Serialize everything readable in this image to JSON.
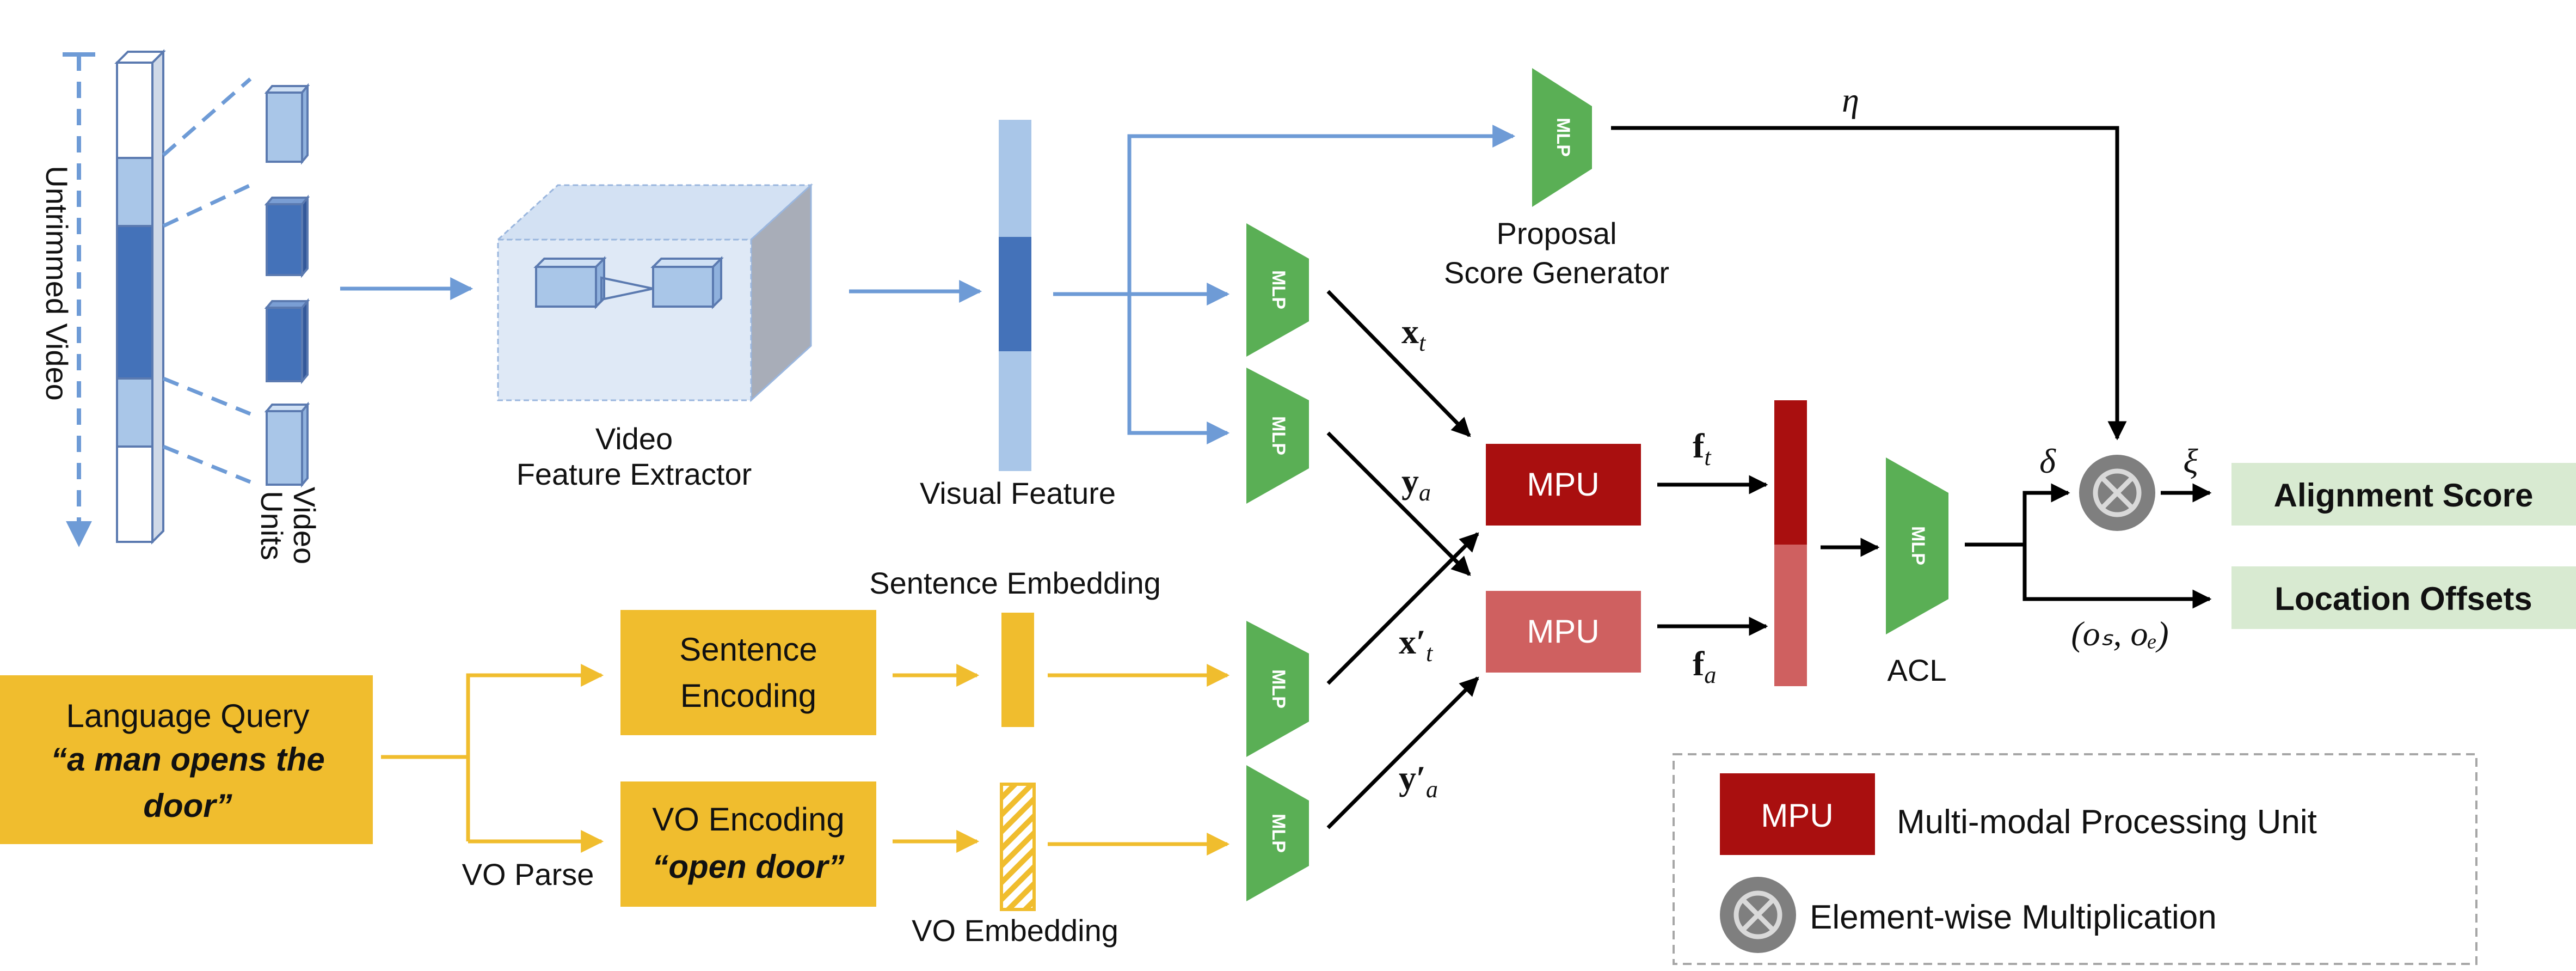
{
  "colors": {
    "blue_light": "#a9c6e8",
    "blue_dark": "#4472b9",
    "arrow_blue": "#6e9bd6",
    "green": "#5aaf55",
    "yellow": "#f0bd2e",
    "dark_red": "#a90f0f",
    "light_red": "#cf6060",
    "output_green": "#d8ead1",
    "gray": "#7f7f7f"
  },
  "icons": [
    "otimes-icon",
    "hatched-embedding-icon"
  ],
  "labels": {
    "untrimmed_video": "Untrimmed Video",
    "video_units": [
      "Video",
      "Units"
    ],
    "feature_extractor": [
      "Video",
      "Feature Extractor"
    ],
    "visual_feature": "Visual Feature",
    "proposal_score_generator": [
      "Proposal",
      "Score Generator"
    ],
    "mlp": "MLP",
    "mpu": "MPU",
    "acl": "ACL",
    "sentence_embedding": "Sentence Embedding",
    "vo_embedding": "VO Embedding",
    "vo_parse": "VO Parse",
    "sentence_encoding": [
      "Sentence",
      "Encoding"
    ],
    "vo_encoding": "VO Encoding",
    "vo_example": "“open door”",
    "language_query": "Language Query",
    "query_example": [
      "“a man opens the",
      "door”"
    ],
    "alignment_score": "Alignment Score",
    "location_offsets": "Location Offsets"
  },
  "math": {
    "eta": "η",
    "xi": "ξ",
    "delta": "δ",
    "x_t": "x",
    "x_t_sub": "t",
    "y_a": "y",
    "y_a_sub": "a",
    "xp_t": "x′",
    "xp_t_sub": "t",
    "yp_a": "y′",
    "yp_a_sub": "a",
    "f_t": "f",
    "f_t_sub": "t",
    "f_a": "f",
    "f_a_sub": "a",
    "offsets": "(oₛ, oₑ)"
  },
  "legend": {
    "mpu_desc": "Multi-modal Processing Unit",
    "mult_desc": "Element-wise Multiplication"
  }
}
